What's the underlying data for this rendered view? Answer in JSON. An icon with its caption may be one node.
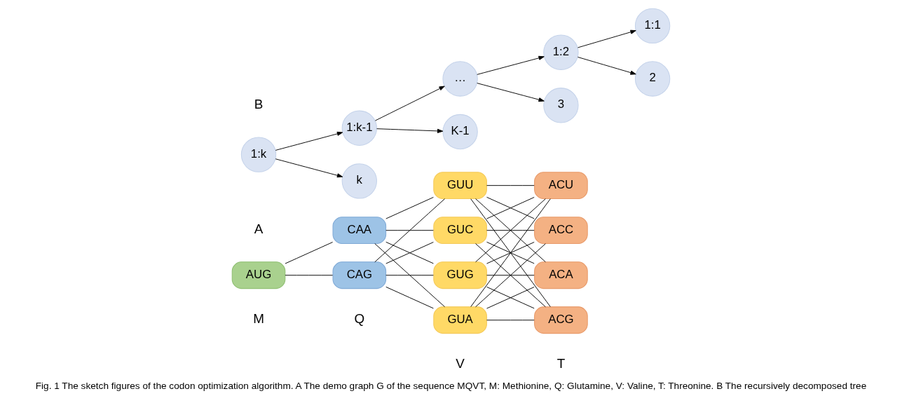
{
  "diagram": {
    "caption": "Fig. 1 The sketch figures of the codon optimization algorithm. A The demo graph G of the sequence MQVT, M: Methionine, Q: Glutamine, V: Valine, T: Threonine. B The recursively decomposed tree",
    "nodes": [
      {
        "text": [
          "AUG"
        ]
      },
      {
        "text": [
          "CAA"
        ]
      },
      {
        "text": [
          "CAG"
        ]
      },
      {
        "text": [
          "GUU"
        ]
      },
      {
        "text": [
          "GUC"
        ]
      },
      {
        "text": [
          "GUG"
        ]
      },
      {
        "text": [
          "GUA"
        ]
      },
      {
        "text": [
          "ACU"
        ]
      },
      {
        "text": [
          "ACC"
        ]
      },
      {
        "text": [
          "ACA"
        ]
      },
      {
        "text": [
          "ACG"
        ]
      },
      {
        "text": [
          "1:k"
        ]
      },
      {
        "text": [
          "1:k-1"
        ]
      },
      {
        "text": [
          "k"
        ]
      },
      {
        "text": [
          "…"
        ]
      },
      {
        "text": [
          "K-1"
        ]
      },
      {
        "text": [
          "1:2"
        ]
      },
      {
        "text": [
          "3"
        ]
      },
      {
        "text": [
          "1:1"
        ]
      },
      {
        "text": [
          "2"
        ]
      }
    ],
    "edges": [
      {
        "from": 0,
        "to": 1,
        "arrow": "none"
      },
      {
        "from": 0,
        "to": 2,
        "arrow": "none"
      },
      {
        "from": 1,
        "to": 3,
        "arrow": "none"
      },
      {
        "from": 1,
        "to": 4,
        "arrow": "none"
      },
      {
        "from": 1,
        "to": 5,
        "arrow": "none"
      },
      {
        "from": 1,
        "to": 6,
        "arrow": "none"
      },
      {
        "from": 2,
        "to": 3,
        "arrow": "none"
      },
      {
        "from": 2,
        "to": 4,
        "arrow": "none"
      },
      {
        "from": 2,
        "to": 5,
        "arrow": "none"
      },
      {
        "from": 2,
        "to": 6,
        "arrow": "none"
      },
      {
        "from": 3,
        "to": 7,
        "arrow": "none"
      },
      {
        "from": 3,
        "to": 8,
        "arrow": "none"
      },
      {
        "from": 3,
        "to": 9,
        "arrow": "none"
      },
      {
        "from": 3,
        "to": 10,
        "arrow": "none"
      },
      {
        "from": 4,
        "to": 7,
        "arrow": "none"
      },
      {
        "from": 4,
        "to": 8,
        "arrow": "none"
      },
      {
        "from": 4,
        "to": 9,
        "arrow": "none"
      },
      {
        "from": 4,
        "to": 10,
        "arrow": "none"
      },
      {
        "from": 5,
        "to": 7,
        "arrow": "none"
      },
      {
        "from": 5,
        "to": 8,
        "arrow": "none"
      },
      {
        "from": 5,
        "to": 9,
        "arrow": "none"
      },
      {
        "from": 5,
        "to": 10,
        "arrow": "none"
      },
      {
        "from": 6,
        "to": 7,
        "arrow": "none"
      },
      {
        "from": 6,
        "to": 8,
        "arrow": "none"
      },
      {
        "from": 6,
        "to": 9,
        "arrow": "none"
      },
      {
        "from": 6,
        "to": 10,
        "arrow": "none"
      },
      {
        "from": 11,
        "to": 12,
        "arrow": "to"
      },
      {
        "from": 11,
        "to": 13,
        "arrow": "to"
      },
      {
        "from": 12,
        "to": 14,
        "arrow": "to"
      },
      {
        "from": 12,
        "to": 15,
        "arrow": "to"
      },
      {
        "from": 14,
        "to": 16,
        "arrow": "to"
      },
      {
        "from": 14,
        "to": 17,
        "arrow": "to"
      },
      {
        "from": 16,
        "to": 18,
        "arrow": "to"
      },
      {
        "from": 16,
        "to": 19,
        "arrow": "to"
      }
    ],
    "labels": [
      "A",
      "B",
      "M",
      "Q",
      "V",
      "T"
    ]
  }
}
